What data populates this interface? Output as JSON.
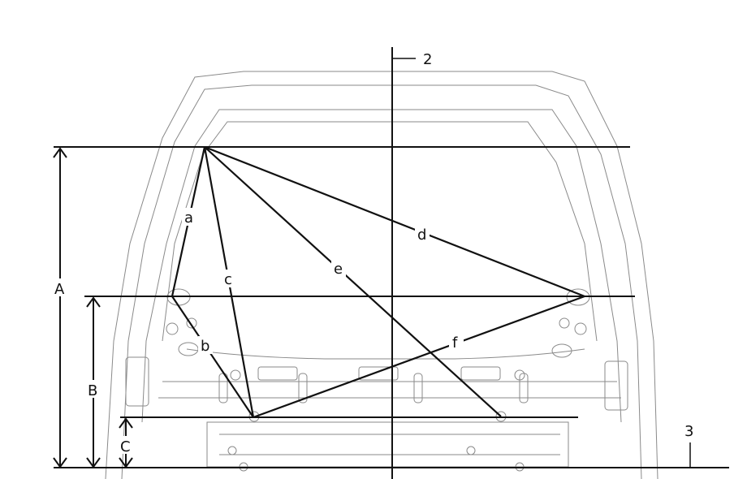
{
  "dimensions": {
    "A": "A",
    "B": "B",
    "C": "C"
  },
  "datum_labels": {
    "vertical": "2",
    "ground": "3"
  },
  "measurements": {
    "a": "a",
    "b": "b",
    "c": "c",
    "d": "d",
    "e": "e",
    "f": "f"
  }
}
